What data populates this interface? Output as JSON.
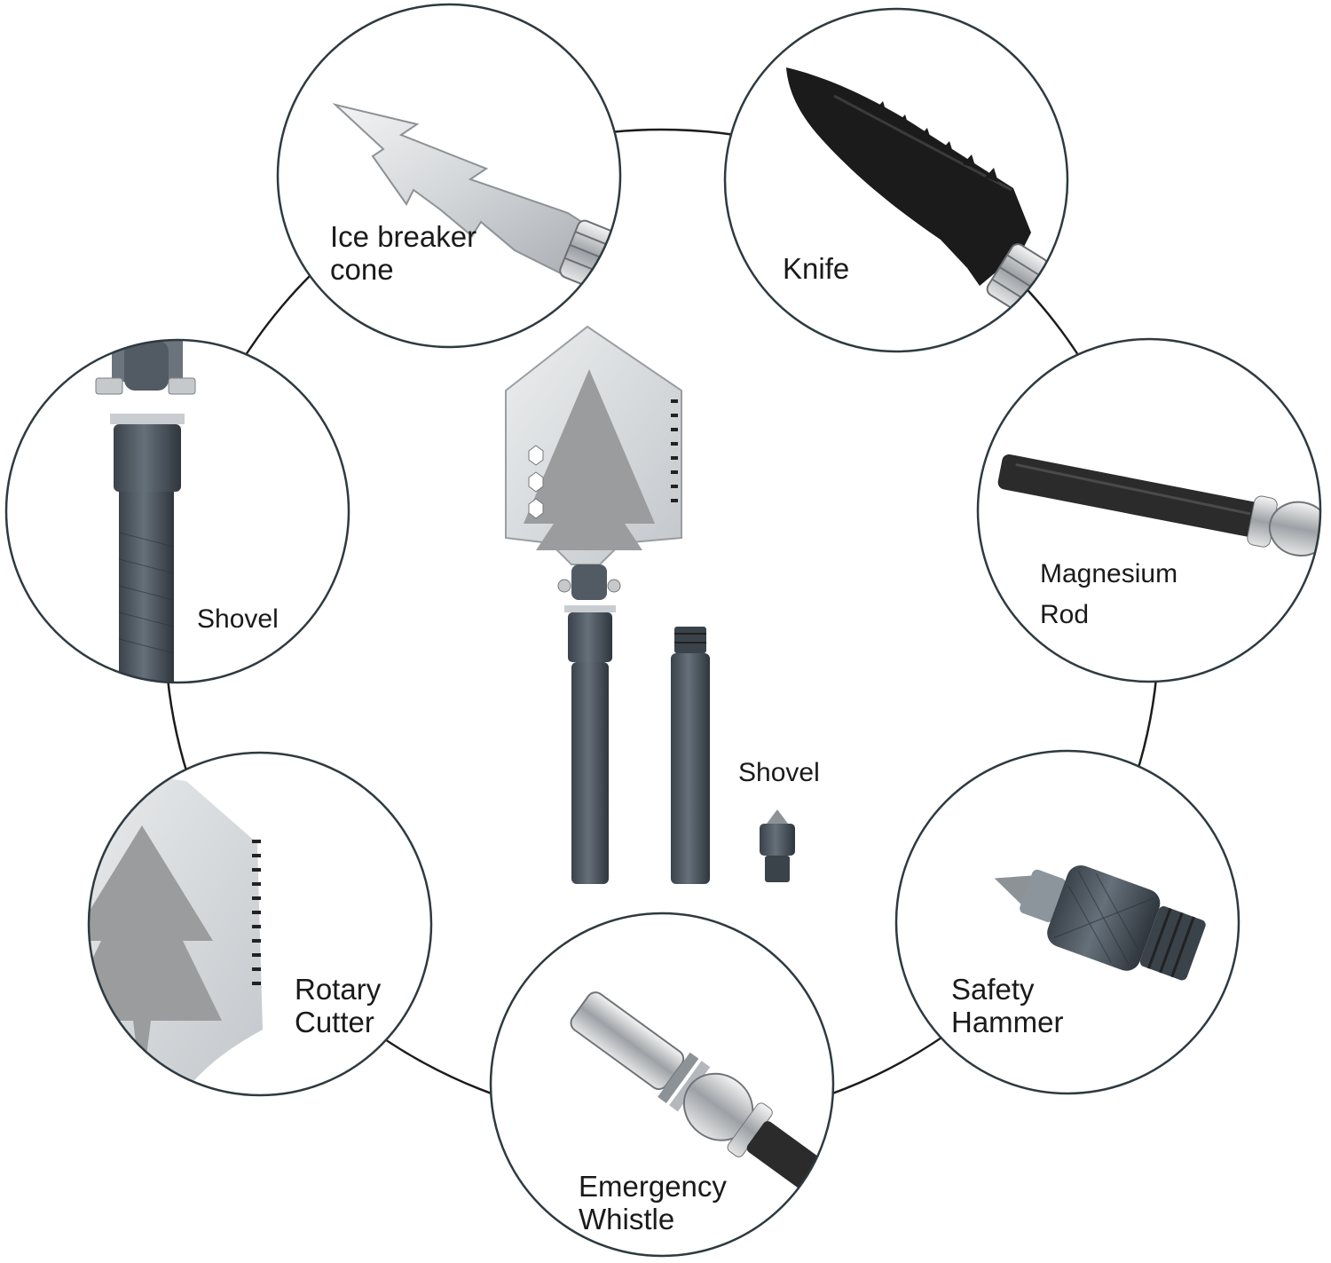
{
  "colors": {
    "ring_line": "#1c1c1c",
    "circle_stroke": "#2e3a40",
    "steel_light": "#dfe1e3",
    "steel_mid": "#b4b8bc",
    "steel_dark": "#8d9296",
    "blade_gray": "#9a9c9e",
    "handle_gray": "#505a64",
    "handle_dark": "#3a424a",
    "black_blade": "#1b1b1b",
    "text": "#1a1a1a"
  },
  "center": {
    "label": "Shovel",
    "item_icons": [
      "shovel-icon",
      "extension-handle-icon",
      "safety-hammer-tip-icon"
    ]
  },
  "items": [
    {
      "id": "ice-breaker",
      "label": "Ice breaker\ncone",
      "icon": "ice-breaker-cone-icon"
    },
    {
      "id": "knife",
      "label": "Knife",
      "icon": "knife-icon"
    },
    {
      "id": "shovel-detail",
      "label": "Shovel",
      "icon": "shovel-hinge-icon"
    },
    {
      "id": "magnesium",
      "label": "Magnesium\nRod",
      "icon": "magnesium-rod-icon"
    },
    {
      "id": "rotary",
      "label": "Rotary\nCutter",
      "icon": "rotary-cutter-icon"
    },
    {
      "id": "hammer",
      "label": "Safety\nHammer",
      "icon": "safety-hammer-icon"
    },
    {
      "id": "whistle",
      "label": "Emergency\nWhistle",
      "icon": "emergency-whistle-icon"
    }
  ]
}
